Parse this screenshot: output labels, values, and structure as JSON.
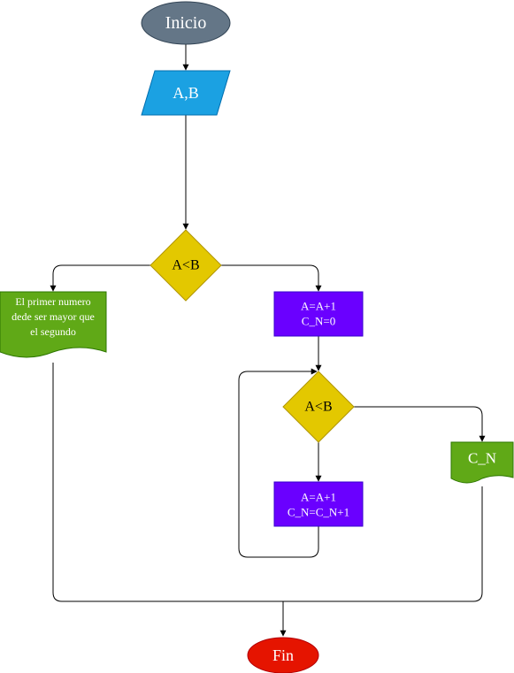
{
  "nodes": {
    "start": {
      "label": "Inicio",
      "color": "#647687"
    },
    "input": {
      "label": "A,B",
      "color": "#1ba1e2"
    },
    "decision1": {
      "label": "A<B",
      "color": "#e3c800"
    },
    "error_output": {
      "lines": [
        "El primer numero",
        "dede ser mayor que",
        "el segundo"
      ],
      "color": "#60a917"
    },
    "init_process": {
      "lines": [
        "A=A+1",
        "C_N=0"
      ],
      "color": "#6a00ff"
    },
    "decision2": {
      "label": "A<B",
      "color": "#e3c800"
    },
    "loop_process": {
      "lines": [
        "A=A+1",
        "C_N=C_N+1"
      ],
      "color": "#6a00ff"
    },
    "output_cn": {
      "label": "C_N",
      "color": "#60a917"
    },
    "end": {
      "label": "Fin",
      "color": "#e51400"
    }
  }
}
